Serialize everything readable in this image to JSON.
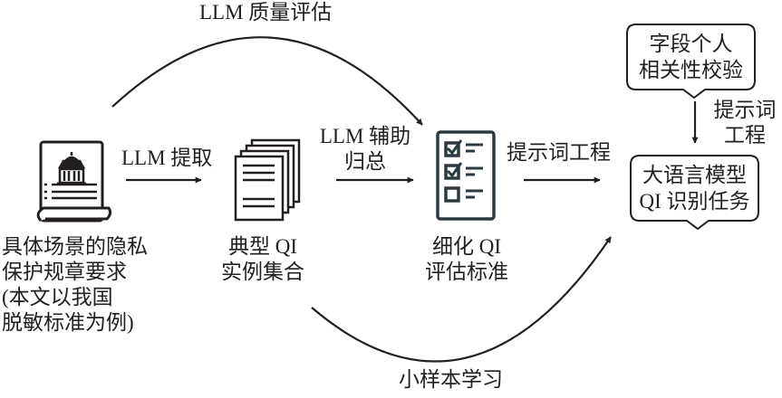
{
  "title": "LLM-based QI identification workflow",
  "nodes": {
    "regulation": {
      "icon": "regulation-document-icon",
      "label_lines": [
        "具体场景的隐私",
        "保护规章要求",
        "(本文以我国",
        "脱敏标准为例)"
      ]
    },
    "examples": {
      "icon": "document-stack-icon",
      "label_lines": [
        "典型 QI",
        "实例集合"
      ]
    },
    "criteria": {
      "icon": "checklist-icon",
      "label_lines": [
        "细化 QI",
        "评估标准"
      ]
    },
    "llm_task": {
      "label_lines": [
        "大语言模型",
        "QI 识别任务"
      ]
    },
    "field_check": {
      "label_lines": [
        "字段个人",
        "相关性校验"
      ]
    }
  },
  "edges": {
    "extract": {
      "label": "LLM 提取"
    },
    "summarize": {
      "label_lines": [
        "LLM 辅助",
        "归总"
      ]
    },
    "prompt_eng": {
      "label": "提示词工程"
    },
    "prompt_eng_vertical": {
      "label_lines": [
        "提示词",
        "工程"
      ]
    },
    "quality_eval": {
      "label": "LLM 质量评估"
    },
    "few_shot": {
      "label": "小样本学习"
    }
  },
  "colors": {
    "ink": "#231f20",
    "icon_dark": "#2b3a42"
  }
}
